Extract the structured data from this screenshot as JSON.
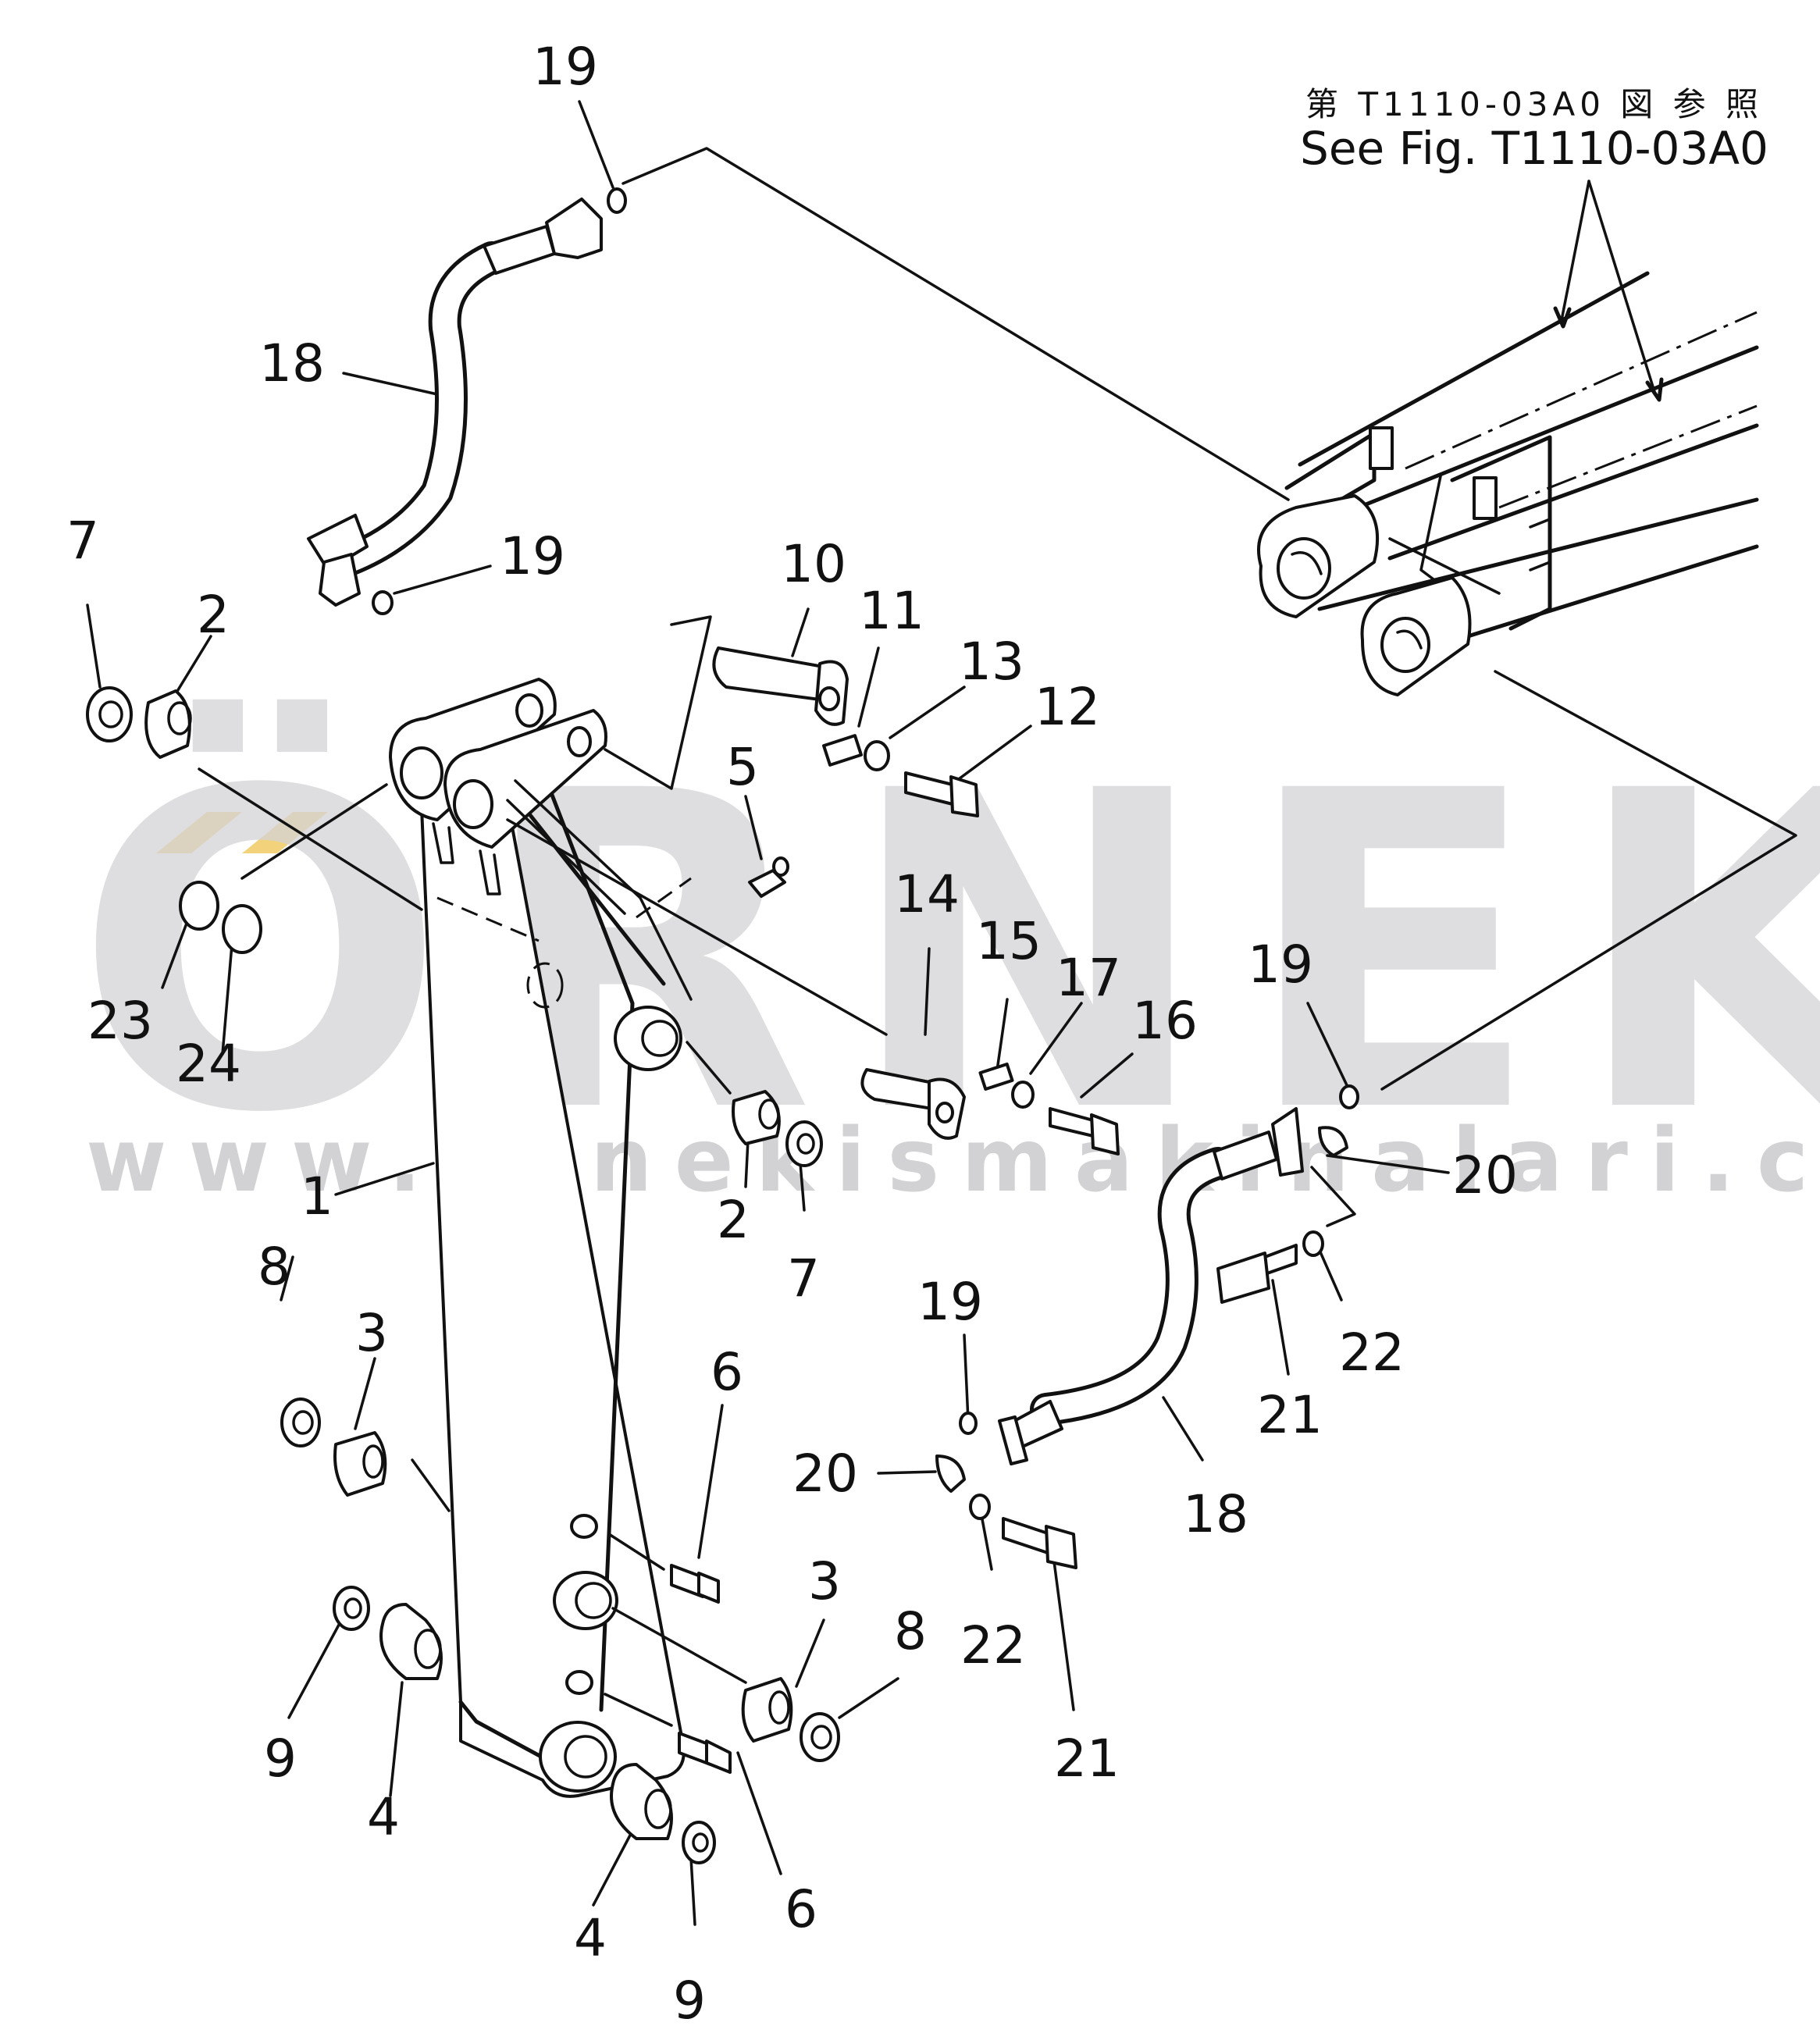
{
  "reference": {
    "japanese": "第 T1110-03A0 図 参 照",
    "english": "See Fig. T1110-03A0"
  },
  "watermark": {
    "brand": "ÖRNEK",
    "url": "www.ornekismakinalari.com.tr",
    "accent_color": "#f2d27a"
  },
  "callouts": [
    {
      "id": "c19a",
      "label": "19"
    },
    {
      "id": "c18a",
      "label": "18"
    },
    {
      "id": "c19b",
      "label": "19"
    },
    {
      "id": "c7a",
      "label": "7"
    },
    {
      "id": "c2a",
      "label": "2"
    },
    {
      "id": "c10",
      "label": "10"
    },
    {
      "id": "c11",
      "label": "11"
    },
    {
      "id": "c13",
      "label": "13"
    },
    {
      "id": "c12",
      "label": "12"
    },
    {
      "id": "c5",
      "label": "5"
    },
    {
      "id": "c14",
      "label": "14"
    },
    {
      "id": "c15",
      "label": "15"
    },
    {
      "id": "c17",
      "label": "17"
    },
    {
      "id": "c16",
      "label": "16"
    },
    {
      "id": "c19c",
      "label": "19"
    },
    {
      "id": "c23",
      "label": "23"
    },
    {
      "id": "c24",
      "label": "24"
    },
    {
      "id": "c1",
      "label": "1"
    },
    {
      "id": "c2b",
      "label": "2"
    },
    {
      "id": "c7b",
      "label": "7"
    },
    {
      "id": "c20a",
      "label": "20"
    },
    {
      "id": "c8a",
      "label": "8"
    },
    {
      "id": "c3a",
      "label": "3"
    },
    {
      "id": "c19d",
      "label": "19"
    },
    {
      "id": "c22a",
      "label": "22"
    },
    {
      "id": "c21a",
      "label": "21"
    },
    {
      "id": "c6a",
      "label": "6"
    },
    {
      "id": "c20b",
      "label": "20"
    },
    {
      "id": "c18b",
      "label": "18"
    },
    {
      "id": "c3b",
      "label": "3"
    },
    {
      "id": "c8b",
      "label": "8"
    },
    {
      "id": "c22b",
      "label": "22"
    },
    {
      "id": "c9a",
      "label": "9"
    },
    {
      "id": "c4a",
      "label": "4"
    },
    {
      "id": "c21b",
      "label": "21"
    },
    {
      "id": "c6b",
      "label": "6"
    },
    {
      "id": "c4b",
      "label": "4"
    },
    {
      "id": "c9b",
      "label": "9"
    }
  ]
}
